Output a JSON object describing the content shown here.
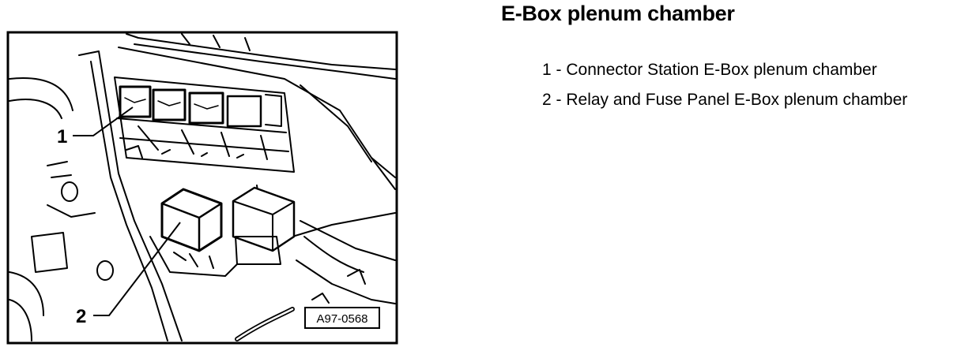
{
  "title": "E-Box plenum chamber",
  "legend": [
    {
      "number": "1",
      "text": "Connector Station E-Box plenum chamber"
    },
    {
      "number": "2",
      "text": "Relay and Fuse Panel E-Box plenum chamber"
    }
  ],
  "diagram": {
    "callouts": [
      "1",
      "2"
    ],
    "figure_id": "A97-0568"
  }
}
